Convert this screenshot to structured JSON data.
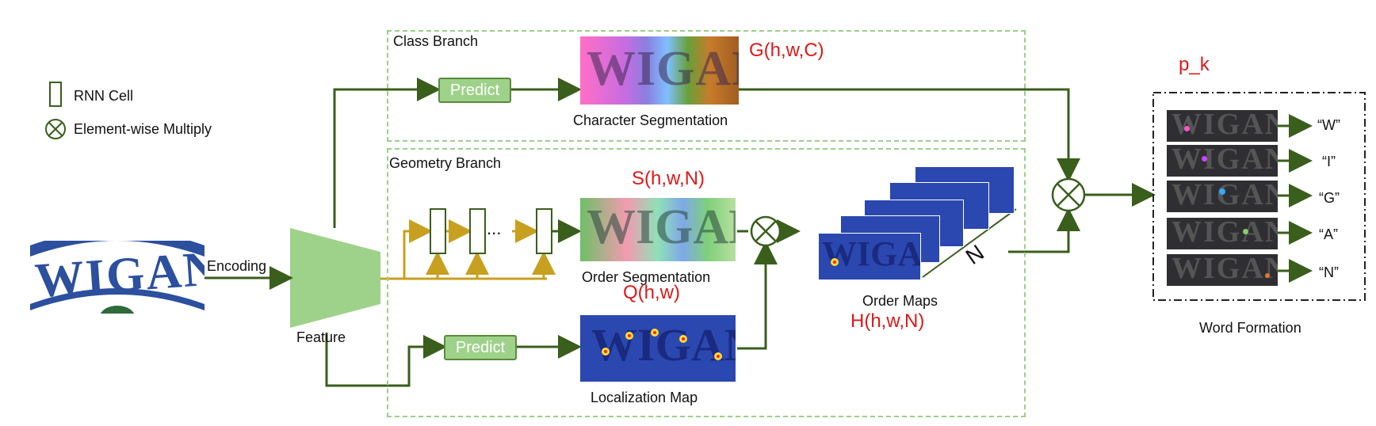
{
  "legend": {
    "rnn_cell": "RNN Cell",
    "multiply": "Element-wise Multiply"
  },
  "input": {
    "text": "WIGAN",
    "encoding_label": "Encoding"
  },
  "encoder": {
    "label": "Feature"
  },
  "class_branch": {
    "title": "Class Branch",
    "predict_label": "Predict",
    "output_caption": "Character Segmentation",
    "output_symbol": "G(h,w,C)"
  },
  "geometry_branch": {
    "title": "Geometry Branch",
    "rnn_dots": "...",
    "order_seg_symbol": "S(h,w,N)",
    "order_seg_caption": "Order Segmentation",
    "loc_symbol": "Q(h,w)",
    "predict_label": "Predict",
    "loc_caption": "Localization Map"
  },
  "order_maps": {
    "caption": "Order Maps",
    "symbol": "H(h,w,N)",
    "n_label": "N"
  },
  "word_formation": {
    "symbol": "p_k",
    "caption": "Word Formation",
    "rows": [
      {
        "image_text": "WIGAN",
        "char": "“W”",
        "dot_color": "#ff55cc"
      },
      {
        "image_text": "WIGAN",
        "char": "“I”",
        "dot_color": "#cc44ff"
      },
      {
        "image_text": "WIGAN",
        "char": "“G”",
        "dot_color": "#33aaff"
      },
      {
        "image_text": "WIGAN",
        "char": "“A”",
        "dot_color": "#88cc66"
      },
      {
        "image_text": "WIGAN",
        "char": "“N”",
        "dot_color": "#dd7733"
      }
    ]
  },
  "colors": {
    "arrow_green": "#3a5e1c",
    "rnn_yellow": "#c8a020",
    "dashed_box": "#9ccf8a",
    "predict_fill": "#9ed28a",
    "symbol_red": "#e01818"
  }
}
